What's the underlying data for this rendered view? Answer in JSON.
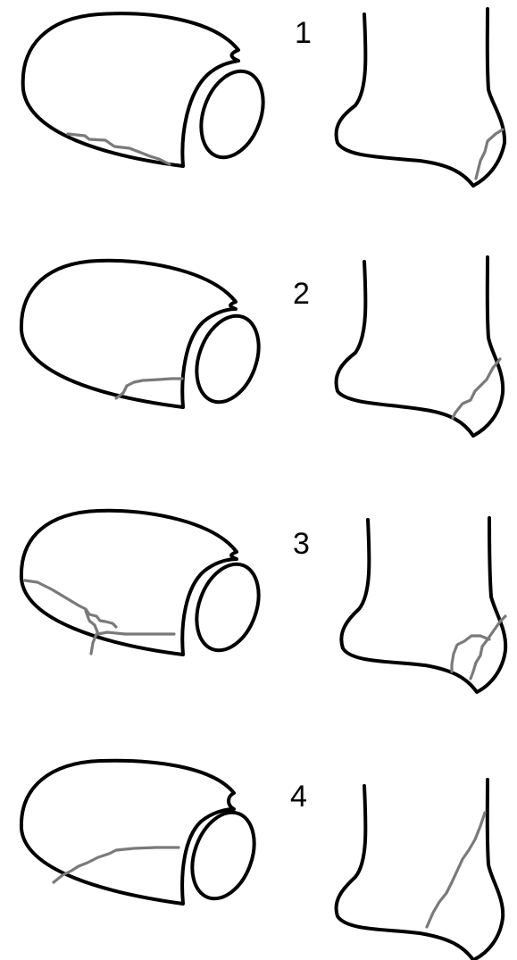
{
  "colors": {
    "outline": "#000000",
    "fracture_line": "#7a7a7a",
    "background": "#ffffff"
  },
  "panels": [
    {
      "number": "1"
    },
    {
      "number": "2"
    },
    {
      "number": "3"
    },
    {
      "number": "4"
    }
  ]
}
